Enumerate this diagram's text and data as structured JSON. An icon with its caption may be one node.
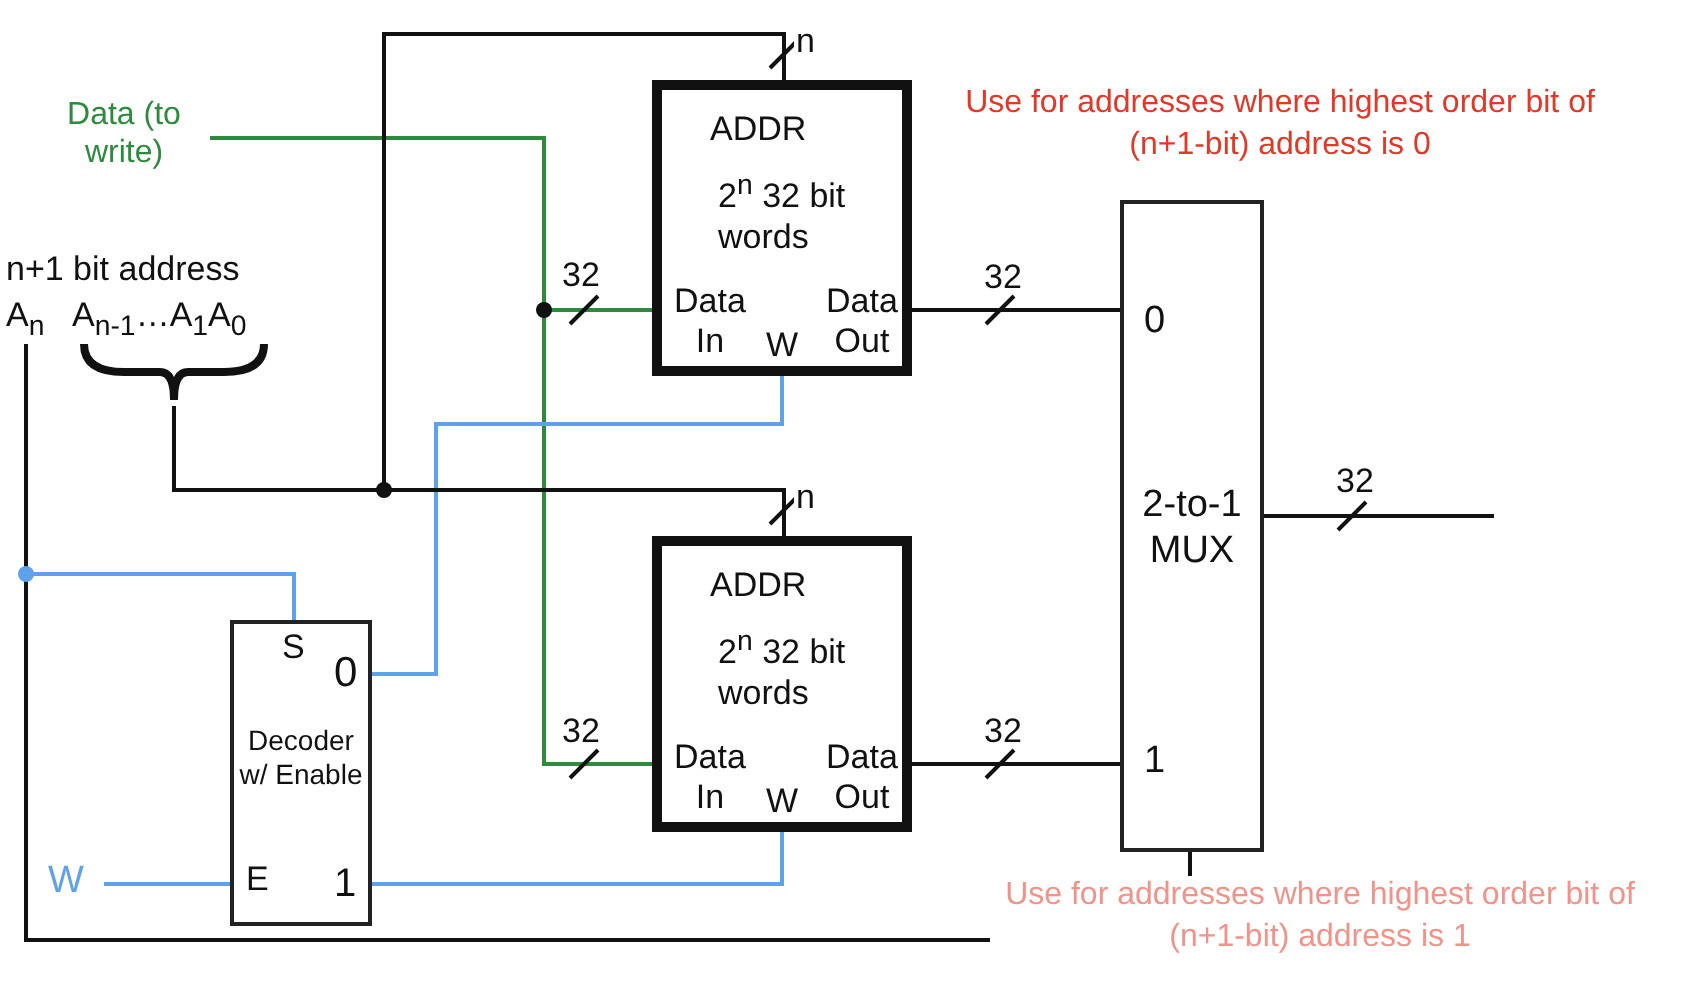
{
  "diagram": {
    "nodes": [
      {
        "text": [
          "Data (to write)"
        ]
      },
      {
        "text": [
          "A$_{n}$"
        ]
      },
      {
        "text": [
          "A$_{n-1}$…A$_{1}$A$_{0}$"
        ]
      },
      {
        "text": [
          "W"
        ]
      },
      {
        "text": [
          "ADDR",
          "2$^{n}$ 32 bit words",
          "Data In",
          "W",
          "Data Out"
        ]
      },
      {
        "text": [
          "ADDR",
          "2$^{n}$ 32 bit words",
          "Data In",
          "W",
          "Data Out"
        ]
      },
      {
        "text": [
          "S",
          "0",
          "Decoder w/ Enable",
          "E",
          "1"
        ]
      },
      {
        "text": [
          "0",
          "2-to-1 MUX",
          "1"
        ]
      }
    ],
    "edges": [
      {
        "from": 0,
        "to": 4,
        "arrow": "none",
        "label": "32",
        "color": "#2e8b3e"
      },
      {
        "from": 0,
        "to": 5,
        "arrow": "none",
        "label": "32",
        "color": "#2e8b3e"
      },
      {
        "from": 2,
        "to": 4,
        "arrow": "none",
        "label": "n"
      },
      {
        "from": 2,
        "to": 5,
        "arrow": "none",
        "label": "n"
      },
      {
        "from": 1,
        "to": 6,
        "arrow": "none",
        "color": "#5ea2ec"
      },
      {
        "from": 1,
        "to": 7,
        "arrow": "none"
      },
      {
        "from": 3,
        "to": 6,
        "arrow": "none",
        "color": "#5ea2ec"
      },
      {
        "from": 6,
        "to": 4,
        "arrow": "none",
        "color": "#5ea2ec"
      },
      {
        "from": 6,
        "to": 5,
        "arrow": "none",
        "color": "#5ea2ec"
      },
      {
        "from": 4,
        "to": 7,
        "arrow": "none",
        "label": "32"
      },
      {
        "from": 5,
        "to": 7,
        "arrow": "none",
        "label": "32"
      },
      {
        "from": 7,
        "to": null,
        "arrow": "none",
        "label": "32"
      }
    ],
    "labels": [
      "Use for addresses where highest order bit of (n+1-bit) address is 0",
      "n+1 bit address",
      "Use for addresses where highest order bit of (n+1-bit) address is 1"
    ]
  }
}
